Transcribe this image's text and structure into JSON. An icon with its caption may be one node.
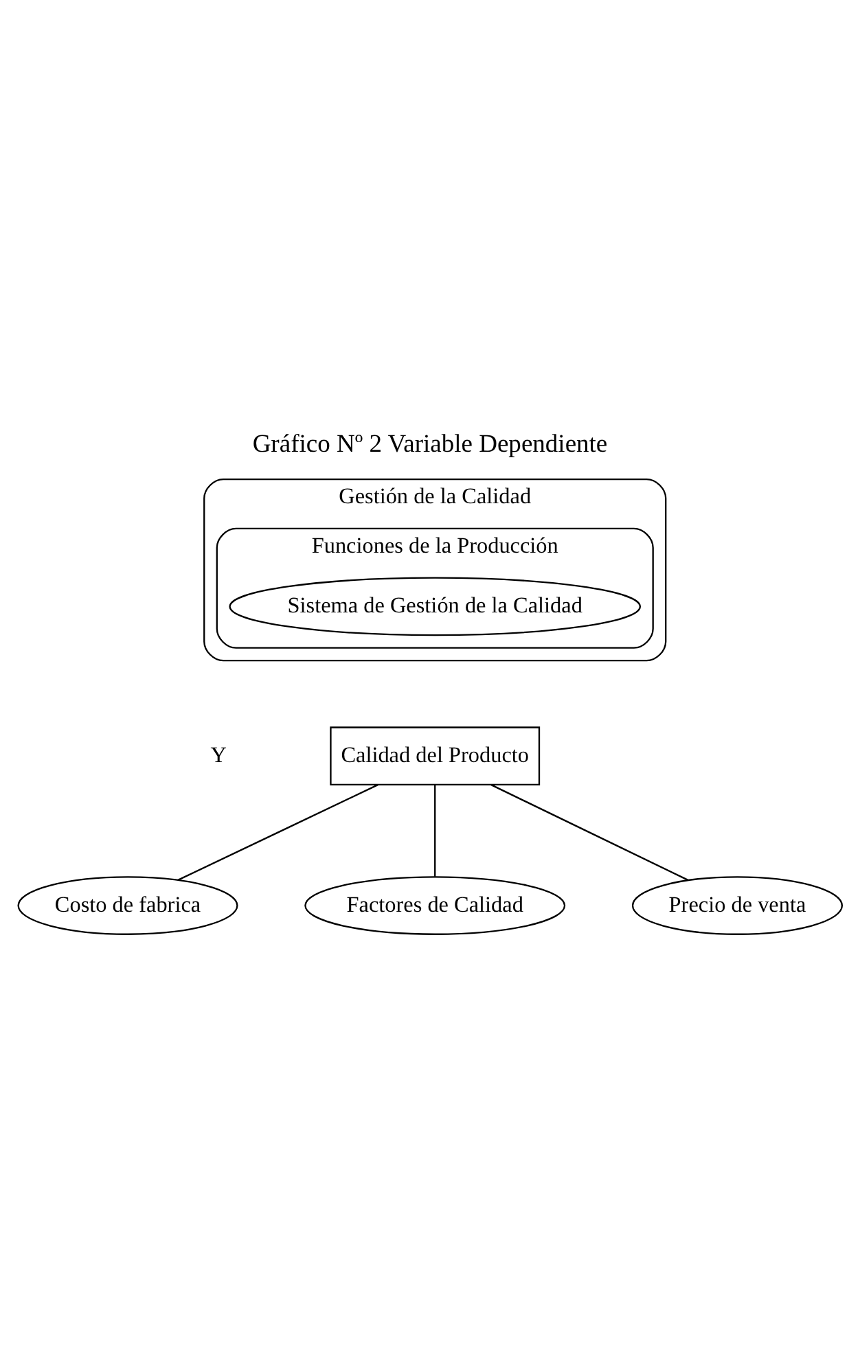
{
  "diagram": {
    "title": "Gráfico Nº 2 Variable Dependiente",
    "nodes": [
      {
        "text": [
          "Gestión de la Calidad"
        ]
      },
      {
        "text": [
          "Funciones de la Producción"
        ],
        "in": 0
      },
      {
        "text": [
          "Sistema de Gestión de la Calidad"
        ],
        "in": 1
      },
      {
        "text": [
          "Calidad del Producto"
        ]
      },
      {
        "text": [
          "Costo de fabrica"
        ]
      },
      {
        "text": [
          "Factores de Calidad"
        ]
      },
      {
        "text": [
          "Precio de venta"
        ]
      }
    ],
    "edges": [
      {
        "from": 3,
        "to": 4,
        "arrow": "none"
      },
      {
        "from": 3,
        "to": 5,
        "arrow": "none"
      },
      {
        "from": 3,
        "to": 6,
        "arrow": "none"
      }
    ],
    "labels": [
      "Y"
    ]
  }
}
